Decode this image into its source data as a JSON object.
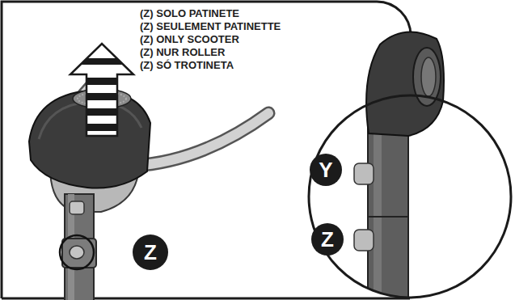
{
  "diagram": {
    "nodes": [
      {
        "text": [
          "Z"
        ]
      },
      {
        "text": [
          "Y"
        ]
      },
      {
        "text": [
          "Z"
        ]
      }
    ],
    "labels": [
      "(Z) SOLO PATINETE",
      "(Z) SEULEMENT PATINETTE",
      "(Z) ONLY SCOOTER",
      "(Z) NUR ROLLER",
      "(Z) SÓ TROTINETA"
    ]
  }
}
